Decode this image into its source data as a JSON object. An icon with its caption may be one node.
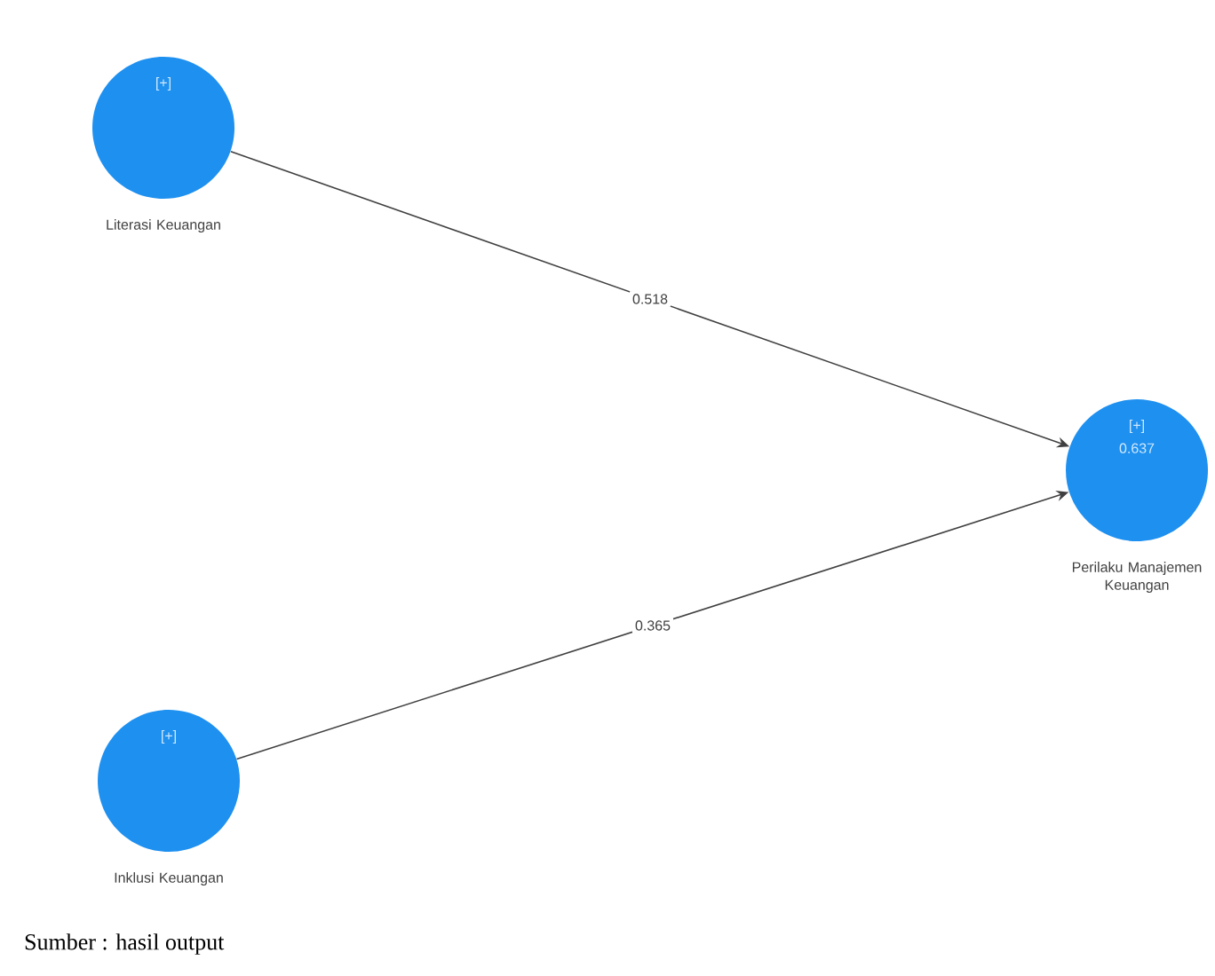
{
  "diagram": {
    "caption": "Sumber : hasil output",
    "nodes": [
      {
        "text": [
          "[+]"
        ],
        "beside": [
          "Literasi Keuangan"
        ]
      },
      {
        "text": [
          "[+]",
          "0.637"
        ],
        "beside": [
          "Perilaku Manajemen Keuangan"
        ]
      },
      {
        "text": [
          "[+]"
        ],
        "beside": [
          "Inklusi Keuangan"
        ]
      }
    ],
    "edges": [
      {
        "from": 0,
        "to": 1,
        "arrow": "to",
        "label": "0.518"
      },
      {
        "from": 2,
        "to": 1,
        "arrow": "to",
        "label": "0.365"
      }
    ]
  }
}
